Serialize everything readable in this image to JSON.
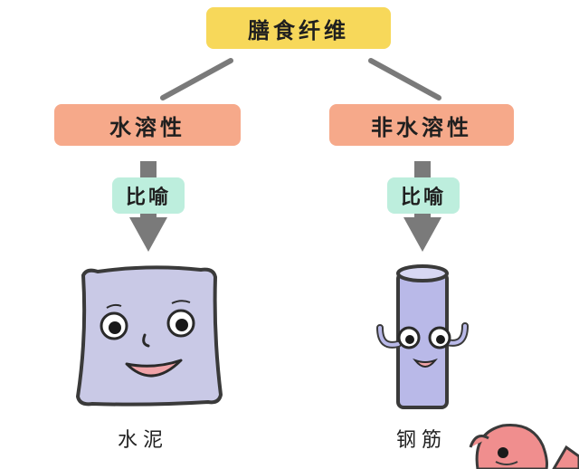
{
  "root": {
    "label": "膳食纤维"
  },
  "categories": [
    {
      "label": "水溶性",
      "analogy_tag": "比喻",
      "analogy_item": "水泥",
      "icon": "cement-bag-icon"
    },
    {
      "label": "非水溶性",
      "analogy_tag": "比喻",
      "analogy_item": "钢筋",
      "icon": "steel-bar-icon"
    }
  ],
  "colors": {
    "root_fill": "#f7d85a",
    "category_fill": "#f6a98a",
    "tag_fill": "#bdeedd",
    "connector": "#7a7a7a",
    "cement_bag": "#c9c9e6",
    "steel_bar": "#b9b9e8",
    "mouth": "#f0a3a8"
  }
}
